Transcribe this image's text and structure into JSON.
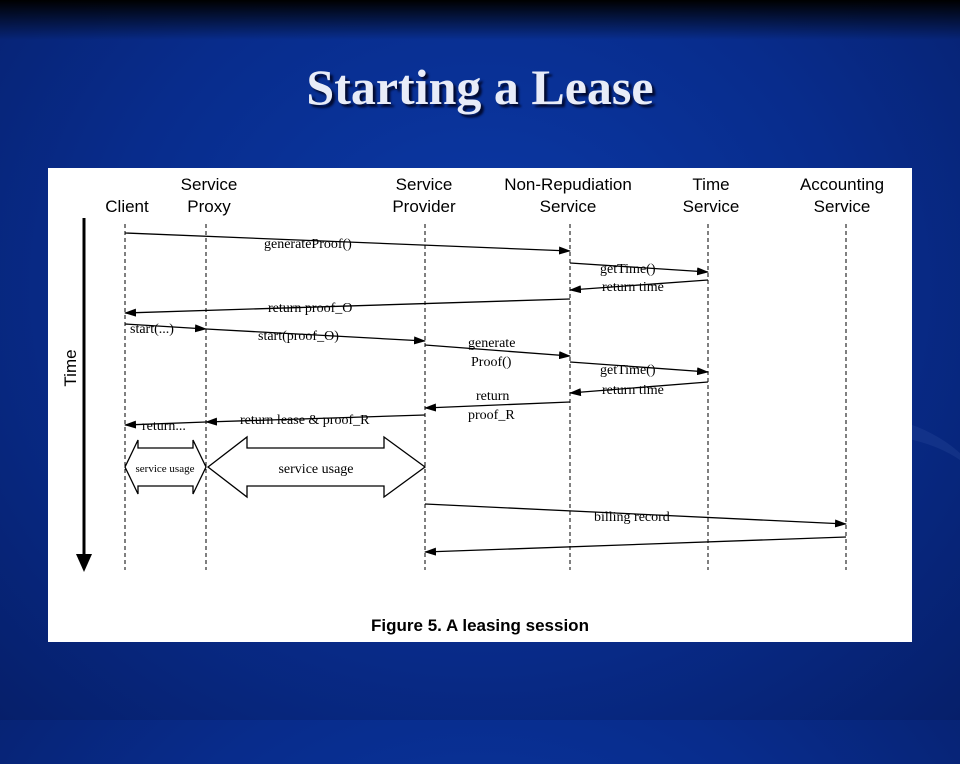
{
  "slide": {
    "title": "Starting a Lease"
  },
  "figure": {
    "caption": "Figure 5. A leasing session",
    "time_label": "Time",
    "participants": [
      {
        "line1": "Client",
        "line2": ""
      },
      {
        "line1": "Service",
        "line2": "Proxy"
      },
      {
        "line1": "Service",
        "line2": "Provider"
      },
      {
        "line1": "Non-Repudiation",
        "line2": "Service"
      },
      {
        "line1": "Time",
        "line2": "Service"
      },
      {
        "line1": "Accounting",
        "line2": "Service"
      }
    ],
    "messages": {
      "generate_proof": "generateProof()",
      "get_time_1": "getTime()",
      "return_time_1": "return time",
      "return_proof_o": "return proof_O",
      "start_proxy": "start(...)",
      "start_proof_o": "start(proof_O)",
      "generate_proof_2_line1": "generate",
      "generate_proof_2_line2": "Proof()",
      "get_time_2": "getTime()",
      "return_time_2": "return time",
      "return_proof_r_line1": "return",
      "return_proof_r_line2": "proof_R",
      "return_client": "return...",
      "return_lease": "return lease & proof_R",
      "service_usage_small": "service usage",
      "service_usage_large": "service usage",
      "billing_record": "billing record"
    }
  }
}
